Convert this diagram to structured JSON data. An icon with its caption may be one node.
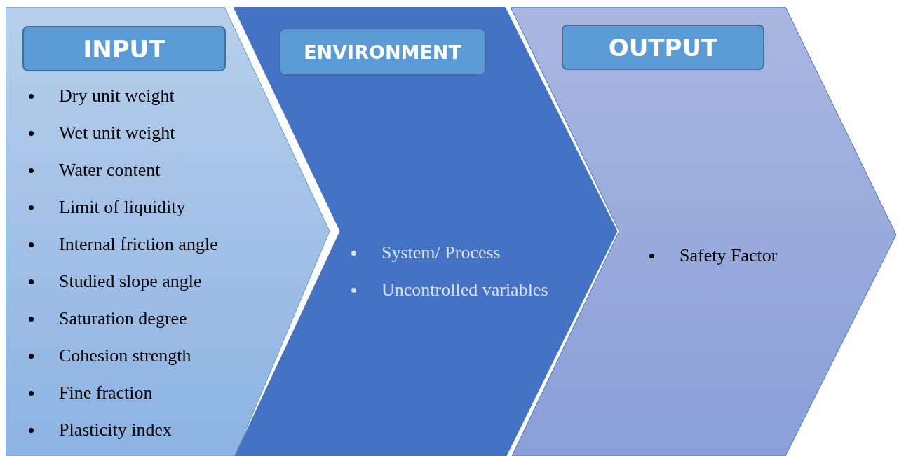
{
  "diagram": {
    "nodes": [
      {
        "text": [
          "Dry unit weight",
          "Wet unit weight",
          "Water content",
          "Limit of liquidity",
          "Internal friction angle",
          "Studied slope angle",
          "Saturation degree",
          "Cohesion strength",
          "Fine fraction",
          "Plasticity index"
        ]
      },
      {
        "text": [
          "INPUT"
        ],
        "in": 0
      },
      {
        "text": [
          "System/ Process",
          "Uncontrolled variables"
        ]
      },
      {
        "text": [
          "ENVIRONMENT"
        ],
        "in": 2
      },
      {
        "text": [
          "Safety Factor"
        ]
      },
      {
        "text": [
          "OUTPUT"
        ],
        "in": 4
      }
    ],
    "edges": []
  }
}
